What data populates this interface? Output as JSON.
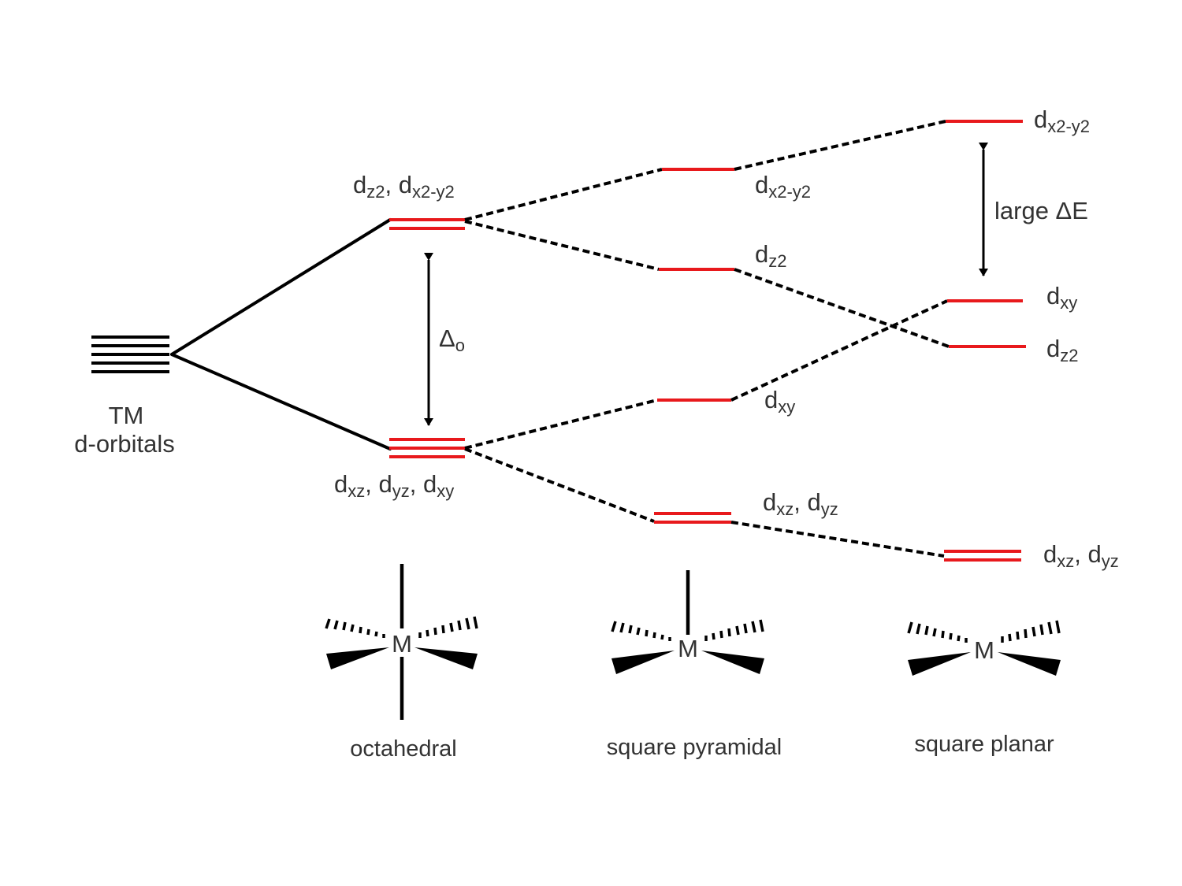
{
  "colors": {
    "level": "#e8191c",
    "ink": "#000000",
    "text": "#333333"
  },
  "labels": {
    "tm_line1": "TM",
    "tm_line2": "d-orbitals",
    "oct_eg": {
      "p1": "d",
      "s1": "z2",
      "p2": ", d",
      "s2": "x2-y2"
    },
    "oct_t2g": {
      "p1": "d",
      "s1": "xz",
      "p2": ", d",
      "s2": "yz",
      "p3": ", d",
      "s3": "xy"
    },
    "delta_o": {
      "p1": "Δ",
      "s1": "o"
    },
    "sp_dx2y2": {
      "p1": "d",
      "s1": "x2-y2"
    },
    "sp_dz2": {
      "p1": "d",
      "s1": "z2"
    },
    "sp_dxy": {
      "p1": "d",
      "s1": "xy"
    },
    "sp_dxzdyz": {
      "p1": "d",
      "s1": "xz",
      "p2": ", d",
      "s2": "yz"
    },
    "spl_dx2y2": {
      "p1": "d",
      "s1": "x2-y2"
    },
    "spl_dxy": {
      "p1": "d",
      "s1": "xy"
    },
    "spl_dz2": {
      "p1": "d",
      "s1": "z2"
    },
    "spl_dxzdyz": {
      "p1": "d",
      "s1": "xz",
      "p2": ", d",
      "s2": "yz"
    },
    "large_delta_e": "large ΔE"
  },
  "geometries": [
    {
      "name": "octahedral",
      "metal": "M"
    },
    {
      "name": "square pyramidal",
      "metal": "M"
    },
    {
      "name": "square planar",
      "metal": "M"
    }
  ]
}
